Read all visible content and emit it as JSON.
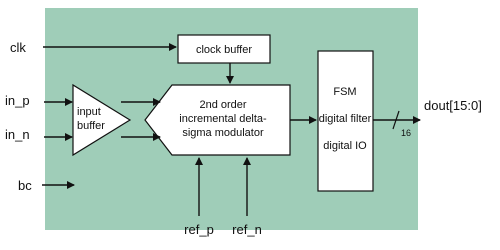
{
  "diagram": {
    "colors": {
      "background_block": "#9FCDB8",
      "block_fill": "#FFFFFF",
      "line": "#111111"
    },
    "inputs": {
      "clk": "clk",
      "in_p": "in_p",
      "in_n": "in_n",
      "bc": "bc",
      "ref_p": "ref_p",
      "ref_n": "ref_n"
    },
    "output": {
      "label": "dout[15:0]",
      "bus_width": "16"
    },
    "blocks": {
      "clock_buffer": "clock buffer",
      "input_buffer": [
        "input",
        "buffer"
      ],
      "modulator": [
        "2nd order",
        "incremental delta-",
        "sigma modulator"
      ],
      "digital": [
        "FSM",
        "digital filter",
        "digital IO"
      ]
    }
  }
}
